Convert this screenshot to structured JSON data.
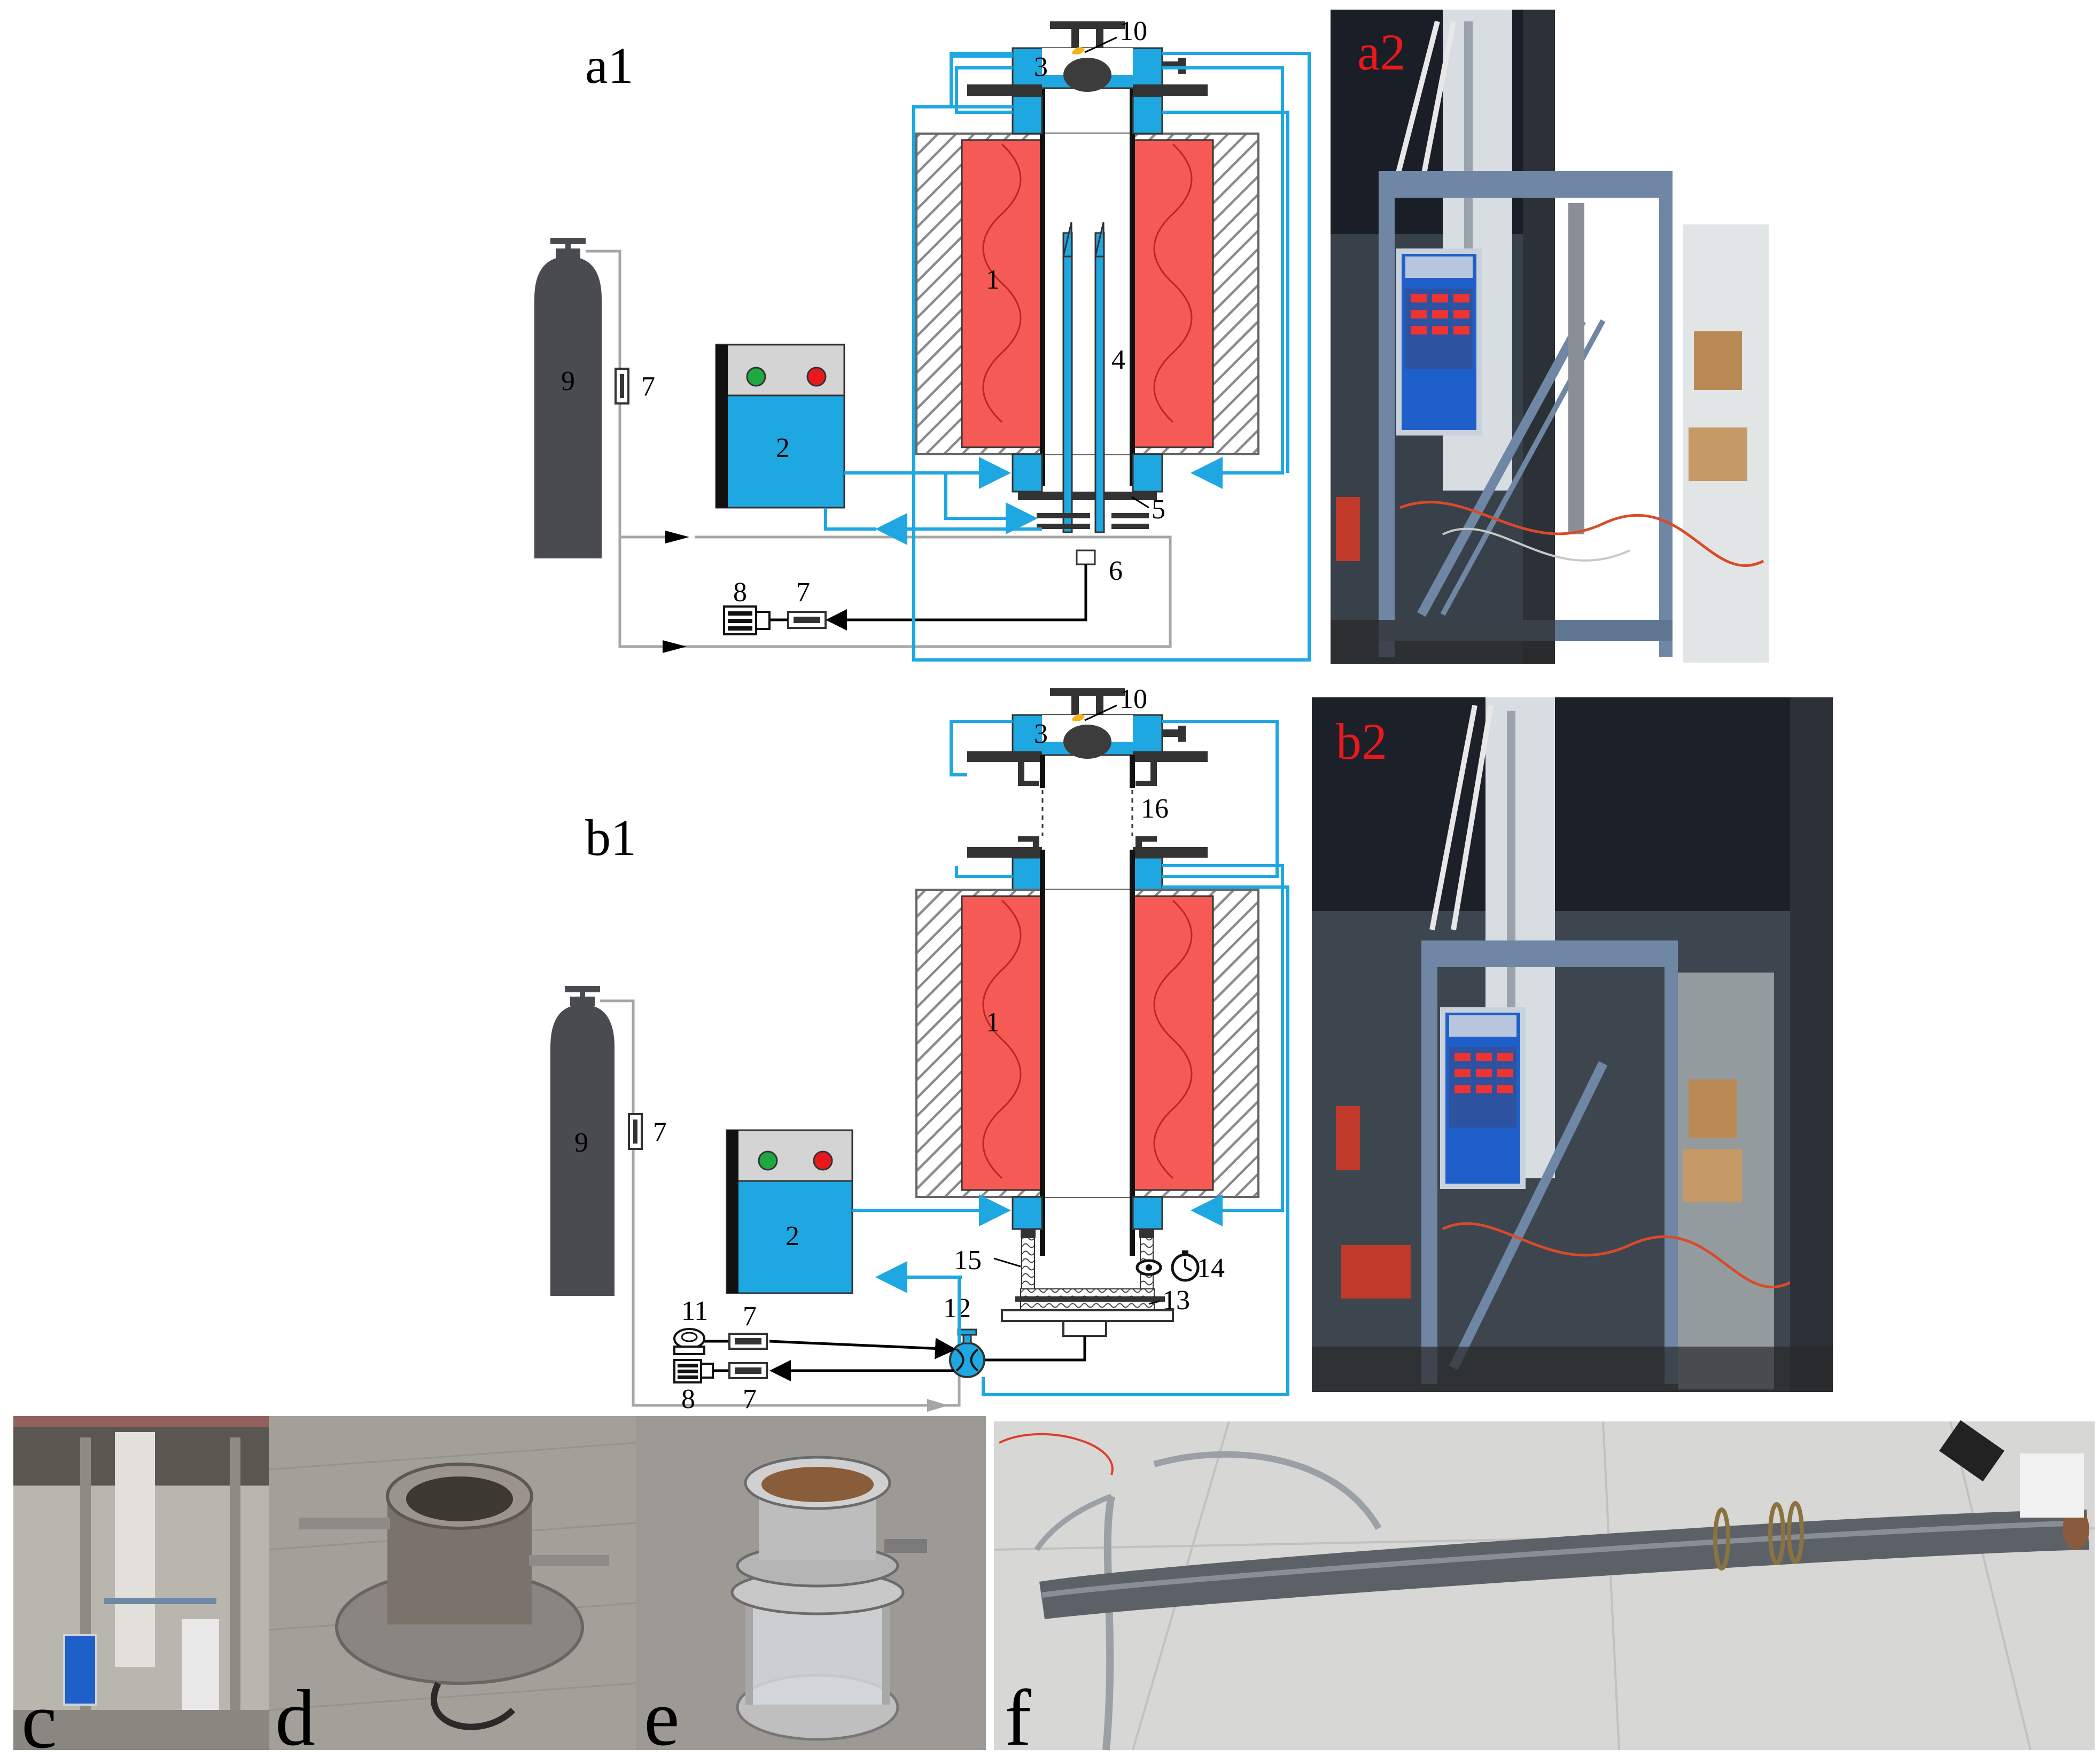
{
  "panels": {
    "a1": "a1",
    "a2": "a2",
    "b1": "b1",
    "b2": "b2",
    "c": "c",
    "d": "d",
    "e": "e",
    "f": "f"
  },
  "components_a": {
    "furnace": "1",
    "controller": "2",
    "top_head": "3",
    "probe": "4",
    "flange": "5",
    "outlet": "6",
    "flowmeter_vertical": "7",
    "flowmeter_bottom": "7",
    "pump": "8",
    "cylinder": "9",
    "top_device": "10"
  },
  "components_b": {
    "furnace": "1",
    "controller": "2",
    "top_head": "3",
    "flowmeter_vertical": "7",
    "flowmeter_upper": "7",
    "flowmeter_lower": "7",
    "pump": "8",
    "cylinder": "9",
    "top_device": "10",
    "meter": "11",
    "valve": "12",
    "filter": "13",
    "observer": "14",
    "window_tube": "15",
    "joint": "16"
  },
  "colors": {
    "heater": "#f65a55",
    "cooling": "#1ea7e1",
    "insulation_hatch": "#8a8a8a",
    "cylinder": "#4a4b50",
    "gas_line": "#a6a6a6",
    "photo_label": "#e8191d",
    "controller_top": "#d4d4d4",
    "green_lamp": "#1fa83f",
    "red_lamp": "#e8191d"
  }
}
